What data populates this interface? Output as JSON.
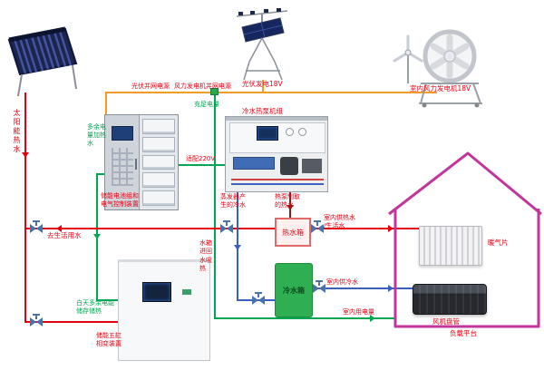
{
  "labels": {
    "solar_hot_water": "太阳能热水",
    "pv_grid": "光伏并网电源",
    "wind_grid": "风力发电机并网电源",
    "pv_gen": "光伏发电18V",
    "wind_gen": "室内风力发电机18V",
    "charge": "充足电量",
    "battery_cabinet_line1": "储能电池组和",
    "battery_cabinet_line2": "电气控制装置",
    "surplus_to_heat": "多余电量加热水",
    "heat_pump": "冷水热泵机组",
    "adapt_220v": "适配220V",
    "evap_cold": "蒸发器产生的冷水",
    "hp_hot_line1": "热泵制取",
    "hp_hot_line2": "的热水",
    "hot_tank": "热水箱",
    "cold_tank": "冷水箱",
    "domestic_water": "去生活用水",
    "tank_return": "水箱进回水吸热",
    "indoor_hot_line1": "室内供热水",
    "indoor_hot_line2": "/生活水",
    "indoor_cold": "室内供冷水",
    "indoor_power": "室内用电量",
    "radiator": "暖气片",
    "fan_coil": "风机盘管",
    "load_platform": "负载平台",
    "pcm_cabinet_line1": "储能五缸",
    "pcm_cabinet_line2": "相变装置",
    "day_surplus_line1": "白天多余电能",
    "day_surplus_line2": "储存储热"
  },
  "colors": {
    "power_bus": "#f59a23",
    "electric": "#00a651",
    "hot_water": "#e60012",
    "chilled_water": "#3a5fc0",
    "heat_pump_hot": "#8b1a1a",
    "house_outline": "#c2359b",
    "valve": "#4a72a8",
    "cold_tank_fill": "#2fae52",
    "label_red": "#e60012",
    "label_green": "#00a651"
  }
}
